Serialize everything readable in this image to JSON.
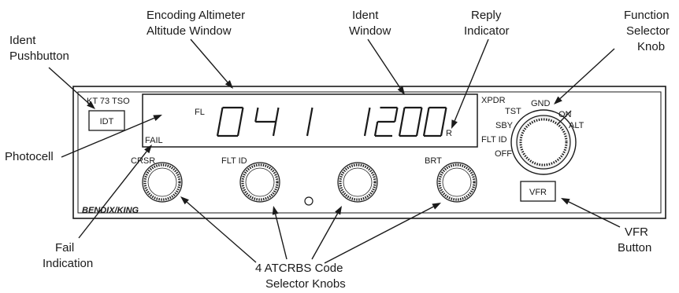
{
  "callouts": {
    "ident_pushbutton": [
      "Ident",
      "Pushbutton"
    ],
    "encoding_altimeter": [
      "Encoding Altimeter",
      "Altitude Window"
    ],
    "ident_window": [
      "Ident",
      "Window"
    ],
    "reply_indicator": [
      "Reply",
      "Indicator"
    ],
    "function_selector": [
      "Function",
      "Selector",
      "Knob"
    ],
    "photocell": "Photocell",
    "fail_indication": [
      "Fail",
      "Indication"
    ],
    "code_knobs": [
      "4 ATCRBS Code",
      "Selector Knobs"
    ],
    "vfr_button": [
      "VFR",
      "Button"
    ]
  },
  "panel": {
    "model": "KT 73 TSO",
    "idt_label": "IDT",
    "fl_label": "FL",
    "altitude_digits": "041",
    "ident_code": "1200",
    "reply_flag": "R",
    "fail_label": "FAIL",
    "knob_labels": [
      "CRSR",
      "FLT ID",
      "",
      "BRT"
    ],
    "brand": "BENDIX/KING",
    "vfr_label": "VFR",
    "function_positions": [
      "XPDR",
      "TST",
      "GND",
      "ON",
      "SBY",
      "ALT",
      "FLT ID",
      "OFF"
    ]
  }
}
